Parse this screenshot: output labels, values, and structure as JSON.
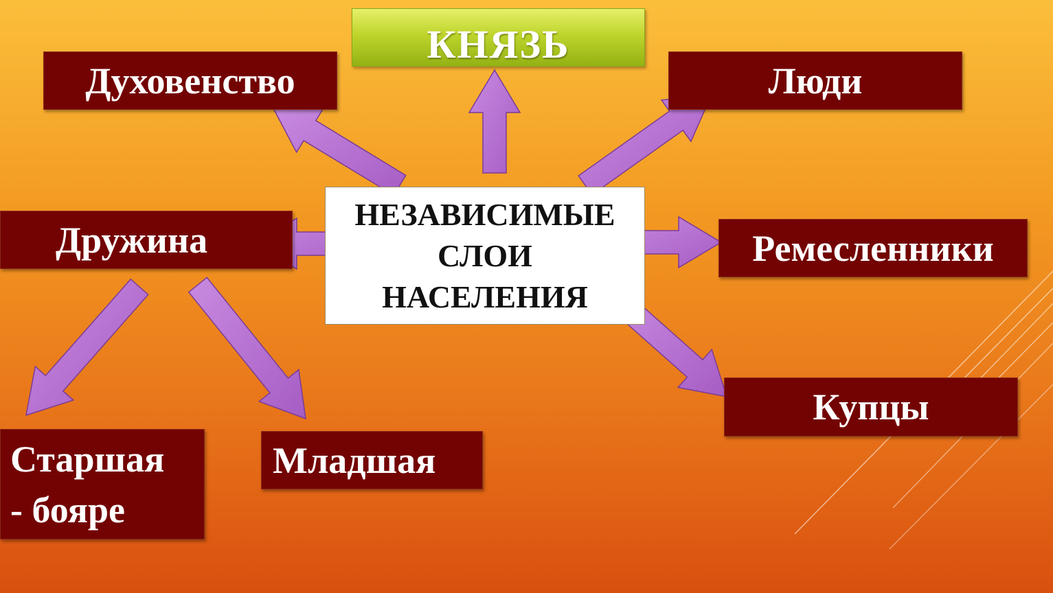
{
  "title": "КНЯЗЬ",
  "center": {
    "lines": [
      "НЕЗАВИСИМЫЕ",
      "СЛОИ",
      "НАСЕЛЕНИЯ"
    ]
  },
  "nodes": {
    "clergy": "Духовенство",
    "people": "Люди",
    "druzhina": "Дружина",
    "artisans": "Ремесленники",
    "merchants": "Купцы",
    "senior": [
      "Старшая",
      "- бояре"
    ],
    "junior": "Младшая"
  },
  "colors": {
    "box_fill": "#730303",
    "prince_fill": "#bfd52c",
    "arrow_fill": "#b46fd0",
    "arrow_stroke": "#7a3c96",
    "background_top": "#fbbf3b",
    "background_bottom": "#d9500f"
  }
}
